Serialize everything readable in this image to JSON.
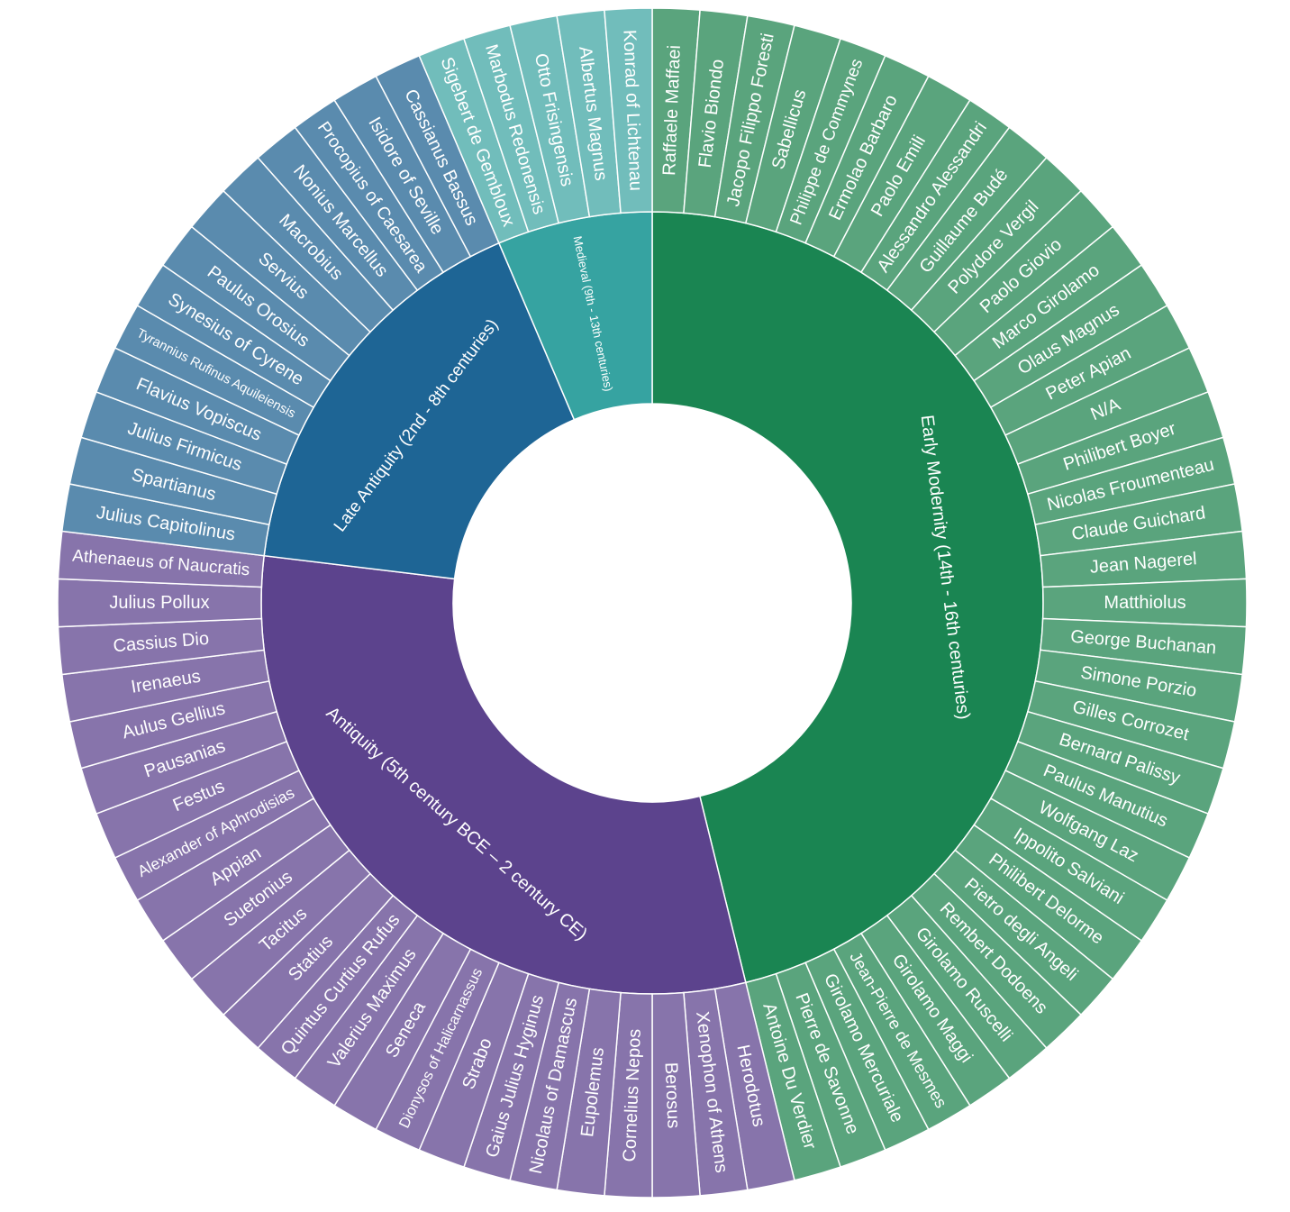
{
  "chart_data": {
    "type": "sunburst",
    "title": "",
    "colors": {
      "Early Modernity (14th - 16th centuries)": {
        "inner": "#1a8552",
        "outer": "#5aa47d"
      },
      "Antiquity (5th century BCE – 2 century CE)": {
        "inner": "#5c438d",
        "outer": "#8774ab"
      },
      "Late Antiquity (2nd - 8th centuries)": {
        "inner": "#1e6595",
        "outer": "#5a8bae"
      },
      "Medieval (9th - 13th centuries)": {
        "inner": "#36a3a1",
        "outer": "#71bdbb"
      }
    },
    "groups": [
      {
        "name": "Early Modernity (14th - 16th centuries)",
        "children": [
          {
            "name": "Raffaele Maffaei",
            "value": 1
          },
          {
            "name": "Flavio Biondo",
            "value": 1
          },
          {
            "name": "Jacopo Filippo Foresti",
            "value": 1
          },
          {
            "name": "Sabellicus",
            "value": 1
          },
          {
            "name": "Philippe de Commynes",
            "value": 1
          },
          {
            "name": "Ermolao Barbaro",
            "value": 1
          },
          {
            "name": "Paolo Emili",
            "value": 1
          },
          {
            "name": "Alessandro Alessandri",
            "value": 1
          },
          {
            "name": "Guillaume Budé",
            "value": 1
          },
          {
            "name": "Polydore Vergil",
            "value": 1
          },
          {
            "name": "Paolo Giovio",
            "value": 1
          },
          {
            "name": "Marco Girolamo",
            "value": 1
          },
          {
            "name": "Olaus Magnus",
            "value": 1
          },
          {
            "name": "Peter Apian",
            "value": 1
          },
          {
            "name": "N/A",
            "value": 1
          },
          {
            "name": "Philibert Boyer",
            "value": 1
          },
          {
            "name": "Nicolas Froumenteau",
            "value": 1
          },
          {
            "name": "Claude Guichard",
            "value": 1
          },
          {
            "name": "Jean Nagerel",
            "value": 1
          },
          {
            "name": "Matthiolus",
            "value": 1
          },
          {
            "name": "George Buchanan",
            "value": 1
          },
          {
            "name": "Simone Porzio",
            "value": 1
          },
          {
            "name": "Gilles Corrozet",
            "value": 1
          },
          {
            "name": "Bernard Palissy",
            "value": 1
          },
          {
            "name": "Paulus Manutius",
            "value": 1
          },
          {
            "name": "Wolfgang Laz",
            "value": 1
          },
          {
            "name": "Ippolito Salviani",
            "value": 1
          },
          {
            "name": "Philibert Delorme",
            "value": 1
          },
          {
            "name": "Pietro degli Angeli",
            "value": 1
          },
          {
            "name": "Rembert Dodoens",
            "value": 1
          },
          {
            "name": "Girolamo Ruscelli",
            "value": 1
          },
          {
            "name": "Girolamo Maggi",
            "value": 1
          },
          {
            "name": "Jean-Pierre de Mesmes",
            "value": 1
          },
          {
            "name": "Girolamo Mercuriale",
            "value": 1
          },
          {
            "name": "Pierre de Savonne",
            "value": 1
          },
          {
            "name": "Antoine Du Verdier",
            "value": 1
          }
        ]
      },
      {
        "name": "Antiquity (5th century BCE – 2 century CE)",
        "children": [
          {
            "name": "Herodotus",
            "value": 1
          },
          {
            "name": "Xenophon of Athens",
            "value": 1
          },
          {
            "name": "Berosus",
            "value": 1
          },
          {
            "name": "Cornelius Nepos",
            "value": 1
          },
          {
            "name": "Eupolemus",
            "value": 1
          },
          {
            "name": "Nicolaus of Damascus",
            "value": 1
          },
          {
            "name": "Gaius Julius Hyginus",
            "value": 1
          },
          {
            "name": "Strabo",
            "value": 1
          },
          {
            "name": "Dionysos of Halicarnassus",
            "value": 1
          },
          {
            "name": "Seneca",
            "value": 1
          },
          {
            "name": "Valerius Maximus",
            "value": 1
          },
          {
            "name": "Quintus Curtius Rufus",
            "value": 1
          },
          {
            "name": "Statius",
            "value": 1
          },
          {
            "name": "Tacitus",
            "value": 1
          },
          {
            "name": "Suetonius",
            "value": 1
          },
          {
            "name": "Appian",
            "value": 1
          },
          {
            "name": "Alexander of Aphrodisias",
            "value": 1
          },
          {
            "name": "Festus",
            "value": 1
          },
          {
            "name": "Pausanias",
            "value": 1
          },
          {
            "name": "Aulus Gellius",
            "value": 1
          },
          {
            "name": "Irenaeus",
            "value": 1
          },
          {
            "name": "Cassius Dio",
            "value": 1
          },
          {
            "name": "Julius Pollux",
            "value": 1
          },
          {
            "name": "Athenaeus of Naucratis",
            "value": 1
          }
        ]
      },
      {
        "name": "Late Antiquity (2nd - 8th centuries)",
        "children": [
          {
            "name": "Julius Capitolinus",
            "value": 1
          },
          {
            "name": "Spartianus",
            "value": 1
          },
          {
            "name": "Julius Firmicus",
            "value": 1
          },
          {
            "name": "Flavius Vopiscus",
            "value": 1
          },
          {
            "name": "Tyrannius Rufinus Aquileiensis",
            "value": 1
          },
          {
            "name": "Synesius of Cyrene",
            "value": 1
          },
          {
            "name": "Paulus Orosius",
            "value": 1
          },
          {
            "name": "Servius",
            "value": 1
          },
          {
            "name": "Macrobius",
            "value": 1
          },
          {
            "name": "Nonius Marcellus",
            "value": 1
          },
          {
            "name": "Procopius of Caesarea",
            "value": 1
          },
          {
            "name": "Isidore of Seville",
            "value": 1
          },
          {
            "name": "Cassianus Bassus",
            "value": 1
          }
        ]
      },
      {
        "name": "Medieval (9th - 13th centuries)",
        "children": [
          {
            "name": "Sigebert de Gembloux",
            "value": 1
          },
          {
            "name": "Marbodus Redonensis",
            "value": 1
          },
          {
            "name": "Otto Frisingensis",
            "value": 1
          },
          {
            "name": "Albertus Magnus",
            "value": 1
          },
          {
            "name": "Konrad of Lichtenau",
            "value": 1
          }
        ]
      }
    ]
  }
}
